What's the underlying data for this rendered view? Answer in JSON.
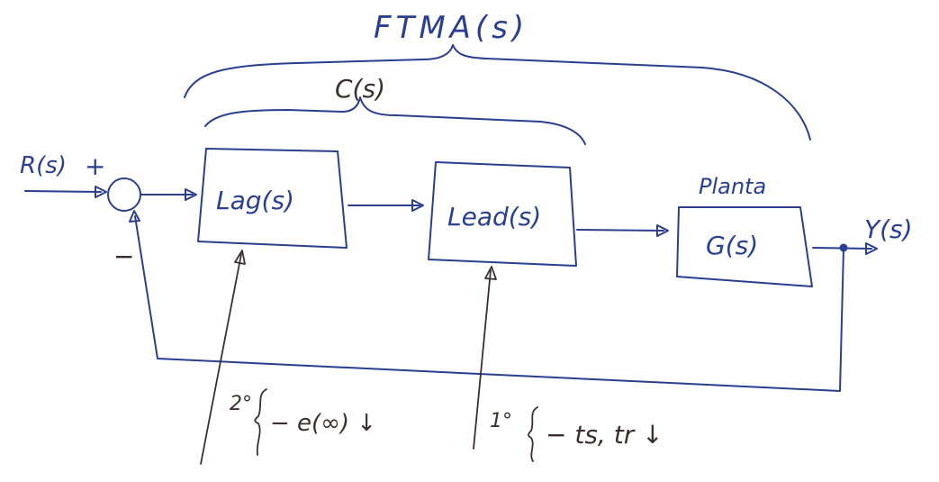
{
  "labels": {
    "ftma": "FTMA(s)",
    "controller": "C(s)",
    "input": "R(s)",
    "plus_sign": "+",
    "minus_sign": "−",
    "output": "Y(s)",
    "plant_title": "Planta"
  },
  "blocks": {
    "lag": "Lag(s)",
    "lead": "Lead(s)",
    "plant": "G(s)"
  },
  "annotations": {
    "lag_order": "2°",
    "lag_effect": "− e(∞) ↓",
    "lead_order": "1°",
    "lead_effect": "− ts, tr ↓"
  }
}
